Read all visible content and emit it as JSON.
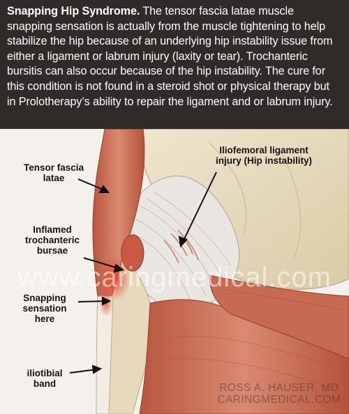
{
  "header": {
    "title": "Snapping Hip Syndrome.",
    "body": " The tensor fascia latae muscle snapping sensation is actually from the muscle tightening to help stabilize the hip because of an underlying hip instability issue from either a ligament or labrum injury (laxity or tear). Trochanteric bursitis can also occur because of the hip instability. The cure for this condition is not found in a steroid shot or physical therapy but in Prolotherapy’s ability to repair the ligament and or labrum injury."
  },
  "labels": {
    "tensor_line1": "Tensor fascia",
    "tensor_line2": "latae",
    "ilio_line1": "Iliofemoral ligament",
    "ilio_line2": "injury (Hip instability)",
    "inflamed_line1": "Inflamed",
    "inflamed_line2": "trochanteric",
    "inflamed_line3": "bursae",
    "snapping_line1": "Snapping",
    "snapping_line2": "sensation",
    "snapping_line3": "here",
    "itband_line1": "iliotibial",
    "itband_line2": "band"
  },
  "watermark": "www.caringmedical.com",
  "credit": {
    "line1": "ROSS A. HAUSER, MD",
    "line2": "CARINGMEDICAL.COM"
  },
  "colors": {
    "header_bg": "#2f2b28",
    "muscle": "#c9654f",
    "bone": "#e8dcc0",
    "ligament": "#ffffff",
    "inflammation": "#e04a2a"
  }
}
